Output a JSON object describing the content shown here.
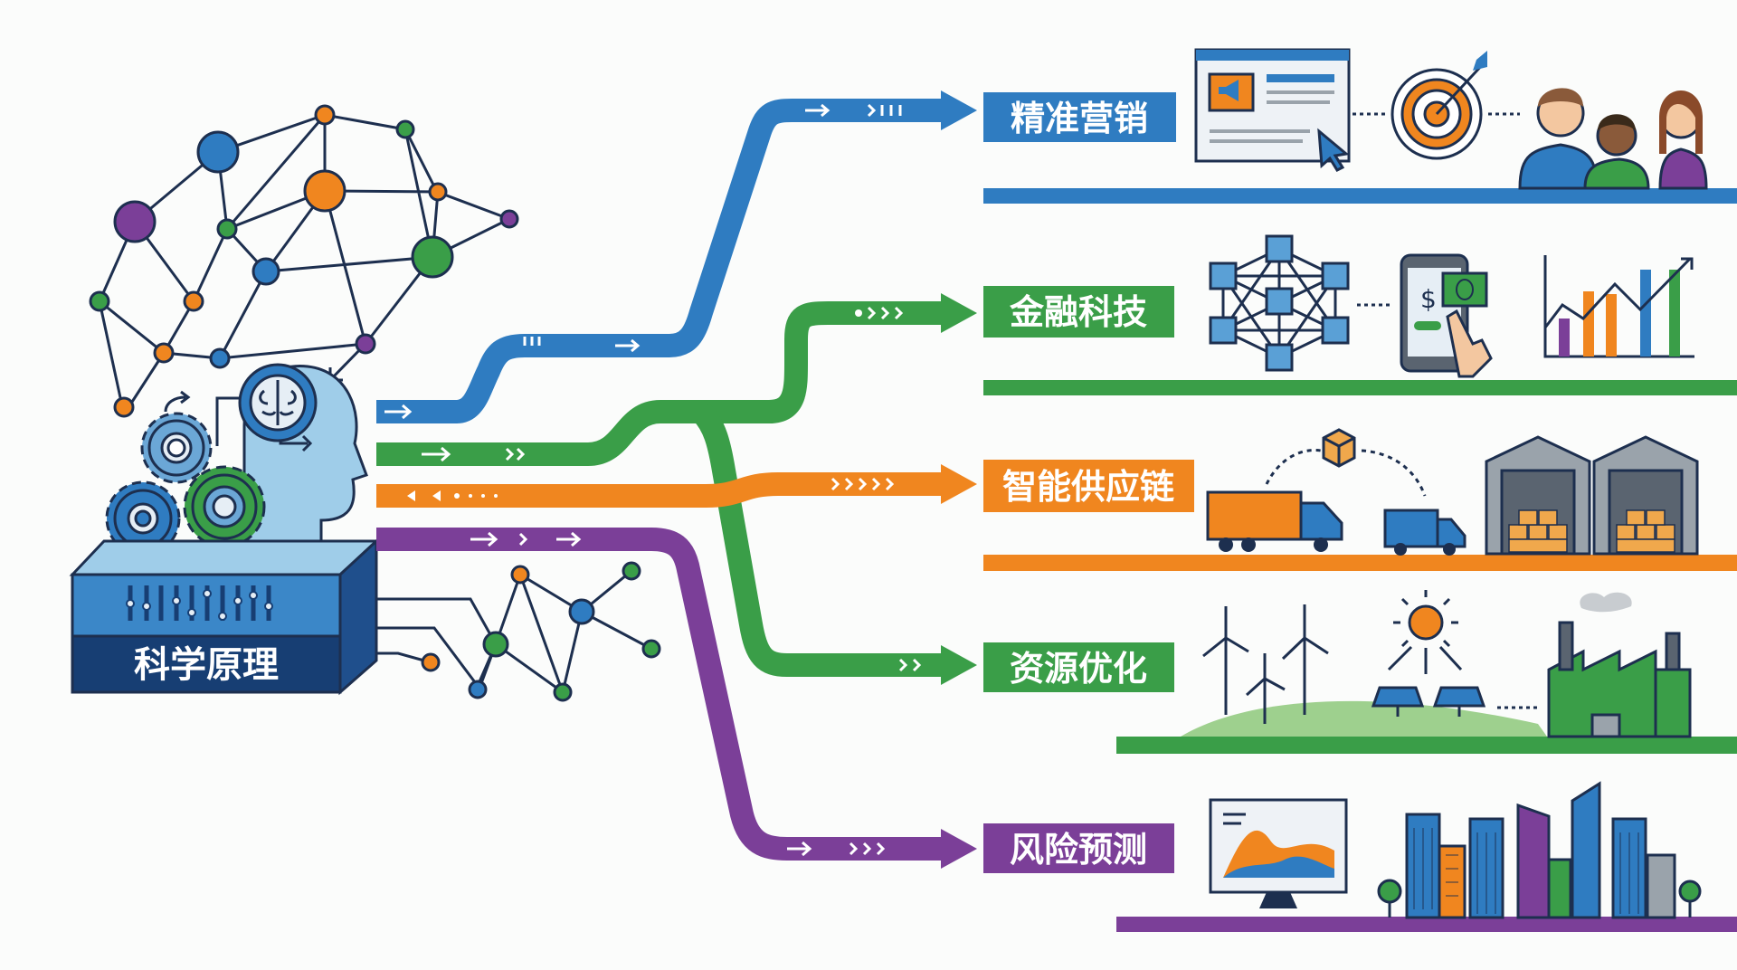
{
  "source": {
    "label": "科学原理"
  },
  "branches": [
    {
      "label": "精准营销",
      "color": "#2f7cc1"
    },
    {
      "label": "金融科技",
      "color": "#3a9e48"
    },
    {
      "label": "智能供应链",
      "color": "#f0861f"
    },
    {
      "label": "资源优化",
      "color": "#3a9e48"
    },
    {
      "label": "风险预测",
      "color": "#7b3f98"
    }
  ],
  "icons": {
    "source": [
      "neural-network-icon",
      "gear-icon",
      "brain-head-icon",
      "equalizer-sliders-icon"
    ],
    "marketing": [
      "browser-ad-icon",
      "target-icon",
      "people-icon"
    ],
    "fintech": [
      "blockchain-icon",
      "mobile-payment-icon",
      "bar-chart-icon"
    ],
    "supply_chain": [
      "truck-icon",
      "package-icon",
      "van-icon",
      "warehouse-icon"
    ],
    "resources": [
      "wind-turbine-icon",
      "sun-icon",
      "solar-panel-icon",
      "factory-icon"
    ],
    "risk": [
      "monitor-chart-icon",
      "city-skyline-icon"
    ]
  },
  "phone_symbol": "$"
}
